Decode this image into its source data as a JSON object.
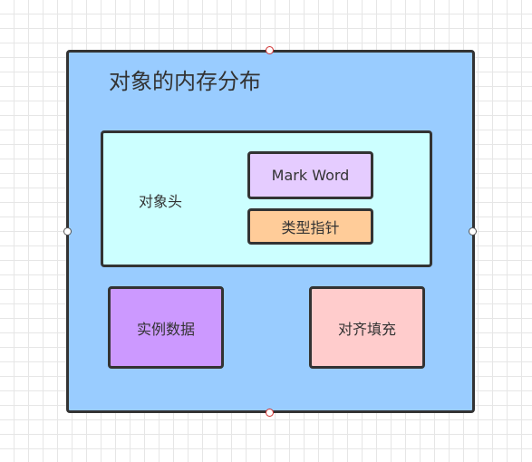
{
  "diagram": {
    "title": "对象的内存分布",
    "object_header": {
      "label": "对象头",
      "mark_word": "Mark Word",
      "klass_pointer": "类型指针"
    },
    "instance_data": "实例数据",
    "padding": "对齐填充"
  },
  "colors": {
    "outer_fill": "#99ccff",
    "header_fill": "#ccffff",
    "mark_word_fill": "#e5ccff",
    "klass_pointer_fill": "#ffcc99",
    "instance_data_fill": "#cc99ff",
    "padding_fill": "#ffcccc",
    "stroke": "#333333"
  }
}
